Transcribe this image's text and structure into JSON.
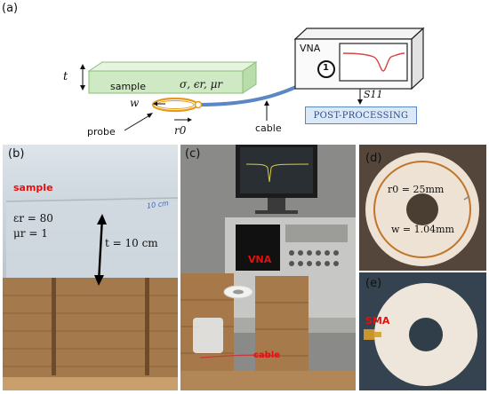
{
  "panels": {
    "a": "(a)",
    "b": "(b)",
    "c": "(c)",
    "d": "(d)",
    "e": "(e)"
  },
  "schematic": {
    "t_symbol": "t",
    "sample_label": "sample",
    "material_params": "σ, ϵr, μr",
    "w_symbol": "w",
    "probe_label": "probe",
    "r0_symbol": "r0",
    "cable_label": "cable",
    "vna_label": "VNA",
    "port_number": "1",
    "s11_label": "S11",
    "post_processing": "POST-PROCESSING"
  },
  "photo_b": {
    "sample_label": "sample",
    "eps_line": "εr = 80",
    "mu_line": "μr = 1",
    "thickness": "t = 10 cm",
    "handwritten": "10 cm"
  },
  "photo_c": {
    "vna_label": "VNA",
    "cable_label": "cable"
  },
  "photo_d": {
    "r0_value": "r0 = 25mm",
    "w_value": "w = 1.04mm"
  },
  "photo_e": {
    "sma_label": "SMA"
  },
  "colors": {
    "sample_fill": "#cfe9c4",
    "cable": "#5b87c6",
    "probe": "#e59a1a",
    "trace": "#d64545",
    "label_red": "#e31010"
  }
}
